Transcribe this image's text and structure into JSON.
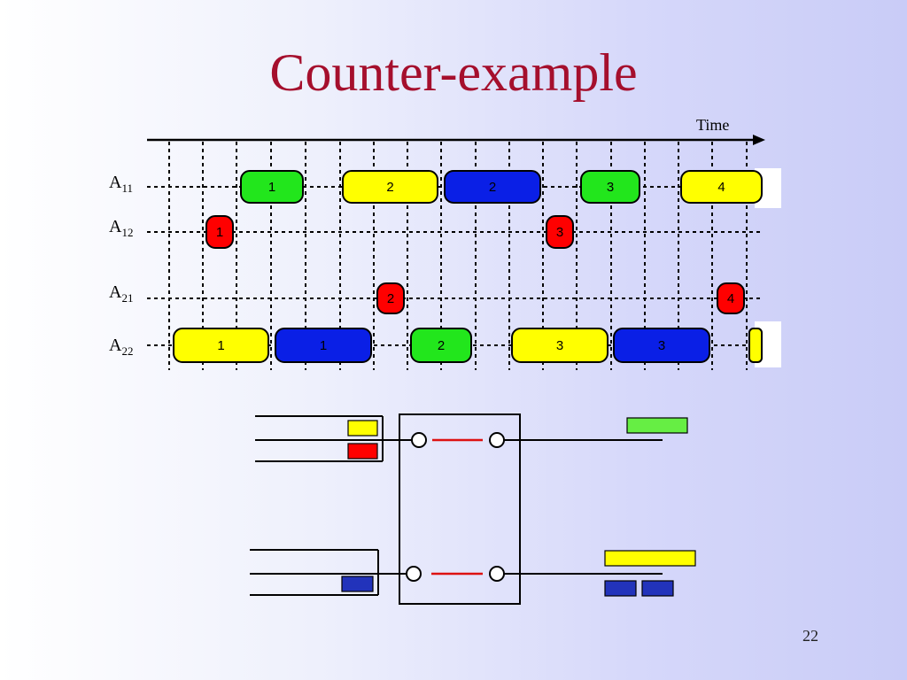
{
  "slide": {
    "title": "Counter-example",
    "page_number": "22"
  },
  "timeline": {
    "axis_label": "Time",
    "rows": [
      {
        "name": "A",
        "sub": "11",
        "items": [
          {
            "label": "1",
            "color": "#22e61c"
          },
          {
            "label": "2",
            "color": "#ffff00"
          },
          {
            "label": "2",
            "color": "#0a1fe6"
          },
          {
            "label": "3",
            "color": "#22e61c"
          },
          {
            "label": "4",
            "color": "#ffff00"
          }
        ]
      },
      {
        "name": "A",
        "sub": "12",
        "items": [
          {
            "label": "1",
            "color": "#ff0000"
          },
          {
            "label": "3",
            "color": "#ff0000"
          }
        ]
      },
      {
        "name": "A",
        "sub": "21",
        "items": [
          {
            "label": "2",
            "color": "#ff0000"
          },
          {
            "label": "4",
            "color": "#ff0000"
          }
        ]
      },
      {
        "name": "A",
        "sub": "22",
        "items": [
          {
            "label": "1",
            "color": "#ffff00"
          },
          {
            "label": "1",
            "color": "#0a1fe6"
          },
          {
            "label": "2",
            "color": "#22e61c"
          },
          {
            "label": "3",
            "color": "#ffff00"
          },
          {
            "label": "3",
            "color": "#0a1fe6"
          },
          {
            "label": "",
            "color": "#ffff00"
          }
        ]
      }
    ]
  },
  "switch_diagram": {
    "colors": {
      "yellow": "#ffff00",
      "red": "#ff0000",
      "green": "#66ee44",
      "blue": "#2233bb",
      "connection": "#dd1111"
    }
  }
}
